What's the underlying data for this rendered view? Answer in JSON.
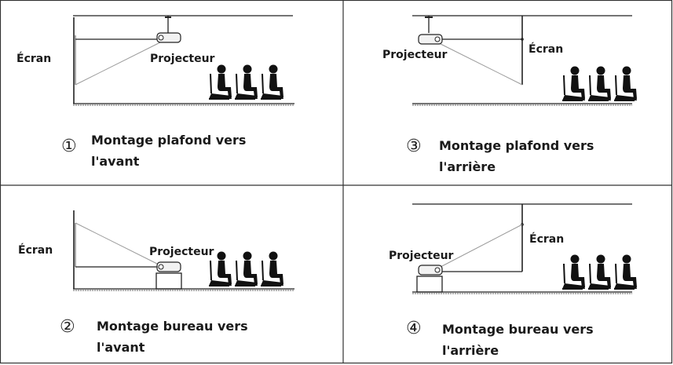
{
  "screen_label": "Écran",
  "projector_label": "Projecteur",
  "panels": [
    {
      "number": "①",
      "caption_line1": "Montage plafond vers",
      "caption_line2": "l'avant"
    },
    {
      "number": "③",
      "caption_line1": "Montage plafond vers",
      "caption_line2": "l'arrière"
    },
    {
      "number": "②",
      "caption_line1": "Montage bureau vers",
      "caption_line2": "l'avant"
    },
    {
      "number": "④",
      "caption_line1": "Montage bureau vers",
      "caption_line2": "l'arrière"
    }
  ],
  "colors": {
    "line": "#222222",
    "beam": "#9a9a9a",
    "border": "#333333"
  },
  "icons": [
    "projector-icon",
    "seat-person-icon",
    "screen-icon"
  ]
}
